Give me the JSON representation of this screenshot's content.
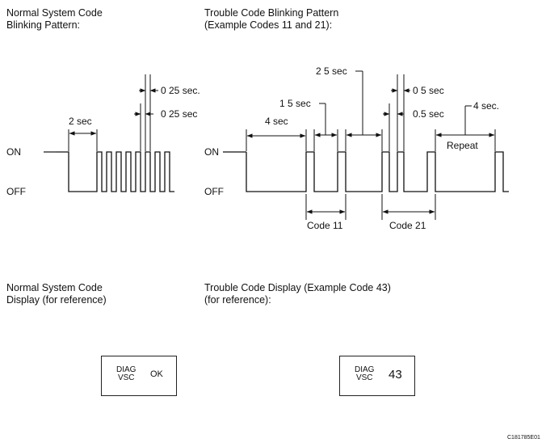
{
  "headings": {
    "normal_blink": [
      "Normal System Code",
      "Blinking Pattern:"
    ],
    "trouble_blink": [
      "Trouble Code Blinking Pattern",
      "(Example Codes 11 and 21):"
    ],
    "normal_display": [
      "Normal System Code",
      "Display (for reference)"
    ],
    "trouble_display": [
      "Trouble Code Display (Example Code 43)",
      "(for reference):"
    ]
  },
  "levels": {
    "on": "ON",
    "off": "OFF"
  },
  "normal_pattern": {
    "off_time": "2 sec",
    "pulse_on": "0 25 sec.",
    "pulse_off": "0 25 sec"
  },
  "trouble_pattern": {
    "start_off": "4 sec",
    "digit_gap": "1 5 sec",
    "code_gap": "2 5 sec",
    "pulse_on": "0 5 sec",
    "pulse_off": "0.5 sec",
    "repeat_gap": "4 sec.",
    "repeat_label": "Repeat",
    "code_a": "Code 11",
    "code_b": "Code 21"
  },
  "displays": {
    "normal": {
      "diag": "DIAG",
      "vsc": "VSC",
      "value": "OK"
    },
    "trouble": {
      "diag": "DIAG",
      "vsc": "VSC",
      "value": "43"
    }
  },
  "figure_id": "C181785E01"
}
